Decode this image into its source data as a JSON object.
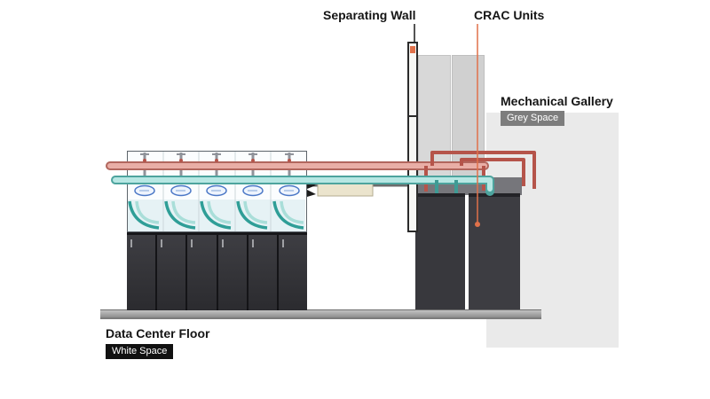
{
  "annotations": {
    "separating_wall": {
      "label": "Separating Wall"
    },
    "crac_units": {
      "label": "CRAC Units"
    },
    "mechanical_gallery": {
      "label": "Mechanical Gallery",
      "badge": "Grey Space"
    },
    "data_center_floor": {
      "label": "Data Center Floor",
      "badge": "White Space"
    }
  },
  "colors": {
    "hot_pipe": "#e9aea6",
    "hot_pipe_dark": "#b5544a",
    "cold_pipe": "#b7e7e3",
    "cold_pipe_dark": "#4da49e",
    "accent_orange": "#e0714a",
    "grey_space_bg": "#eaeaea",
    "grey_badge_bg": "#7d7d7d",
    "white_badge_bg": "#111111",
    "rack_dark": "#38383d",
    "floor_grey": "#a8a8a8"
  }
}
